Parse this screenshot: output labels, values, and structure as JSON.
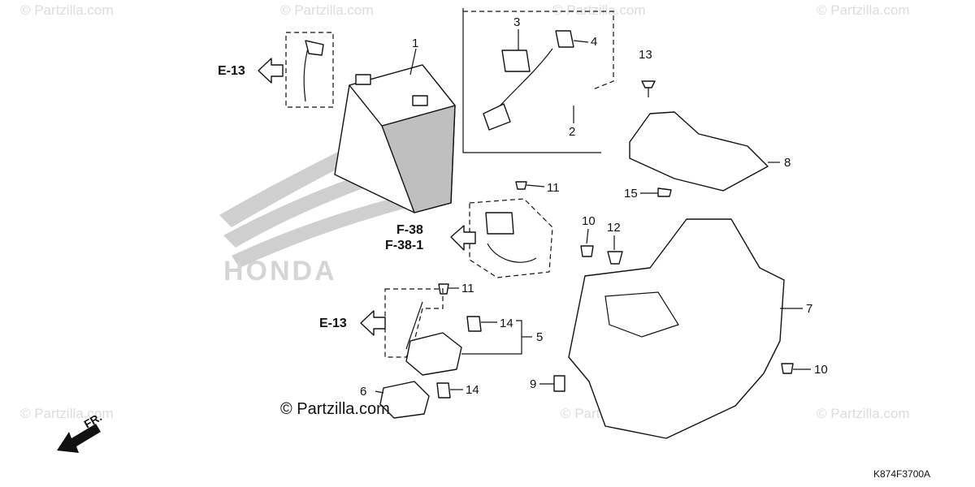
{
  "watermark": {
    "text": "© Partzilla.com",
    "main_credit": "© Partzilla.com"
  },
  "diagram_code": "K874F3700A",
  "logo_text": "HONDA",
  "direction_label": "FR.",
  "references": {
    "e13_top": "E-13",
    "e13_bottom": "E-13",
    "f38": "F-38",
    "f38_1": "F-38-1"
  },
  "callouts": {
    "c1": "1",
    "c2": "2",
    "c3": "3",
    "c4": "4",
    "c5": "5",
    "c6": "6",
    "c7": "7",
    "c8": "8",
    "c9": "9",
    "c10a": "10",
    "c10b": "10",
    "c11a": "11",
    "c11b": "11",
    "c12": "12",
    "c13": "13",
    "c14a": "14",
    "c14b": "14",
    "c15": "15"
  },
  "colors": {
    "ink": "#111111",
    "watermark": "#dcdcdc",
    "battery_side": "#bfbfbf"
  }
}
